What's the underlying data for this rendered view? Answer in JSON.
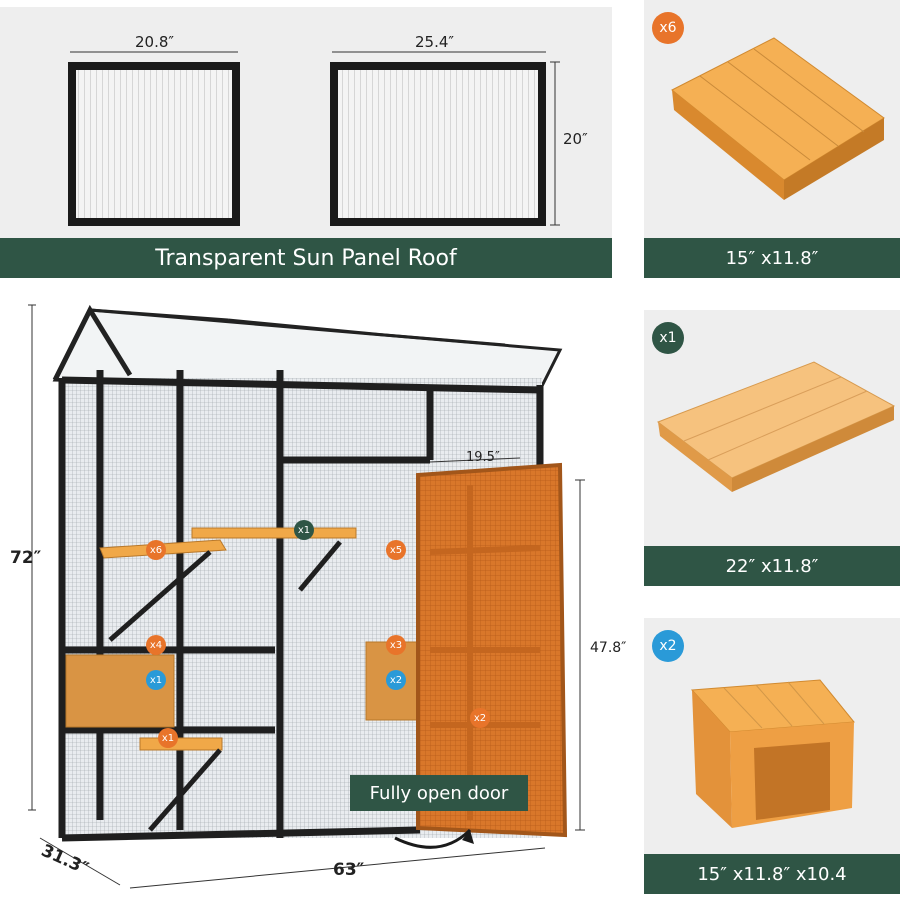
{
  "roof_panel": {
    "banner": "Transparent Sun Panel Roof",
    "left_width": "20.8″",
    "right_width": "25.4″",
    "height": "20″"
  },
  "parts": [
    {
      "badge": "x6",
      "badge_color": "#e8742a",
      "size": "15″  x11.8″"
    },
    {
      "badge": "x1",
      "badge_color": "#2f5545",
      "size": "22″  x11.8″"
    },
    {
      "badge": "x2",
      "badge_color": "#2a9ad8",
      "size": "15″  x11.8″  x10.4"
    }
  ],
  "cage": {
    "height": "72″",
    "depth": "31.3″",
    "width": "63″",
    "door_width": "19.5″",
    "door_height": "47.8″",
    "door_label": "Fully open door",
    "markers": [
      "x6",
      "x1",
      "x5",
      "x4",
      "x3",
      "x1",
      "x2",
      "x1",
      "x2"
    ]
  },
  "colors": {
    "orange": "#e8742a",
    "green": "#2f5545",
    "blue": "#2a9ad8",
    "wood": "#f0a848"
  }
}
